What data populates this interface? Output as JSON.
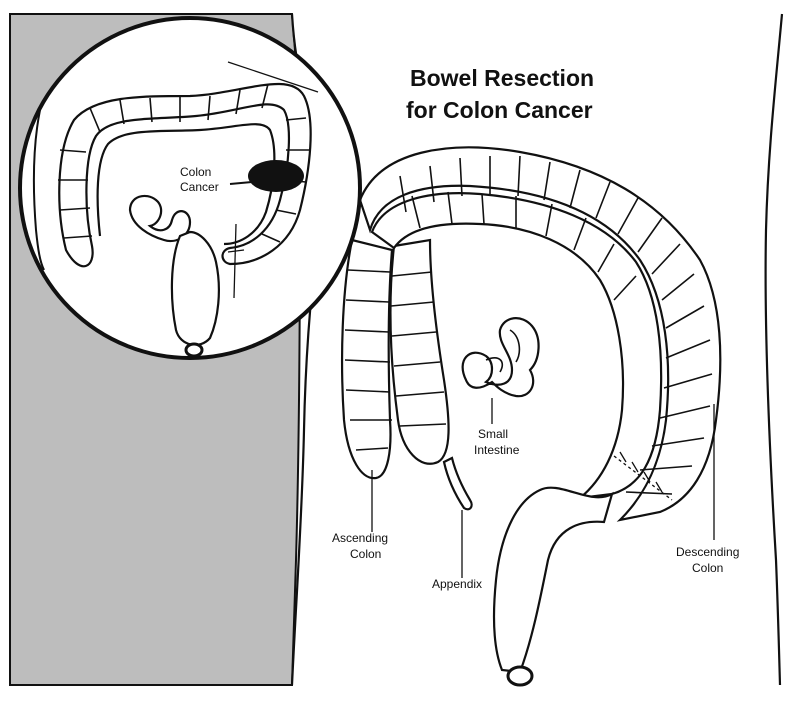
{
  "title": {
    "line1": "Bowel Resection",
    "line2": "for Colon Cancer"
  },
  "inset": {
    "label_line1": "Colon",
    "label_line2": "Cancer"
  },
  "labels": {
    "ascending_line1": "Ascending",
    "ascending_line2": "Colon",
    "appendix": "Appendix",
    "small_intestine_line1": "Small",
    "small_intestine_line2": "Intestine",
    "descending_line1": "Descending",
    "descending_line2": "Colon"
  },
  "colors": {
    "background_panel": "#bdbdbd",
    "outline": "#111111",
    "tumor": "#111111"
  }
}
